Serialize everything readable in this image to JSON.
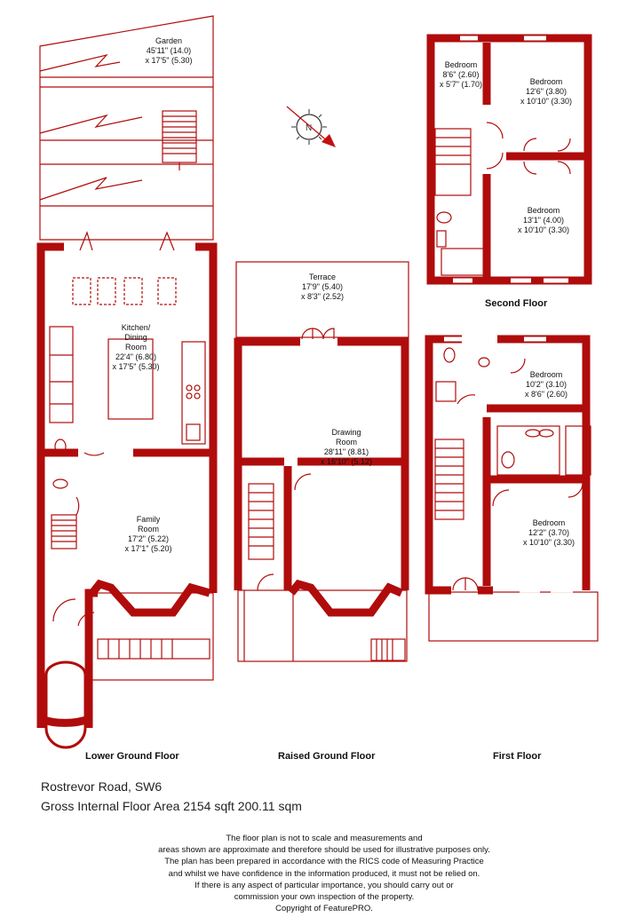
{
  "rooms": {
    "garden": {
      "name": "Garden",
      "dim1": "45'11\" (14.0)",
      "dim2": "x 17'5\" (5.30)"
    },
    "kitchen": {
      "name": "Kitchen/",
      "name2": "Dining",
      "name3": "Room",
      "dim1": "22'4\" (6.80)",
      "dim2": "x 17'5\" (5.30)"
    },
    "family": {
      "name": "Family",
      "name2": "Room",
      "dim1": "17'2\" (5.22)",
      "dim2": "x 17'1\" (5.20)"
    },
    "terrace": {
      "name": "Terrace",
      "dim1": "17'9\" (5.40)",
      "dim2": "x 8'3\" (2.52)"
    },
    "drawing": {
      "name": "Drawing",
      "name2": "Room",
      "dim1": "28'11\" (8.81)",
      "dim2": "x 16'10\" (5.12)"
    },
    "bed_sf_small": {
      "name": "Bedroom",
      "dim1": "8'6\" (2.60)",
      "dim2": "x 5'7\" (1.70)"
    },
    "bed_sf_front": {
      "name": "Bedroom",
      "dim1": "12'6\" (3.80)",
      "dim2": "x 10'10\" (3.30)"
    },
    "bed_sf_rear": {
      "name": "Bedroom",
      "dim1": "13'1\" (4.00)",
      "dim2": "x 10'10\" (3.30)"
    },
    "bed_ff_back": {
      "name": "Bedroom",
      "dim1": "10'2\" (3.10)",
      "dim2": "x 8'6\" (2.60)"
    },
    "bed_ff_front": {
      "name": "Bedroom",
      "dim1": "12'2\" (3.70)",
      "dim2": "x 10'10\" (3.30)"
    }
  },
  "floors": {
    "lower_ground": "Lower Ground Floor",
    "raised_ground": "Raised Ground Floor",
    "first": "First Floor",
    "second": "Second Floor"
  },
  "address": "Rostrevor Road, SW6",
  "area": "Gross Internal Floor Area 2154 sqft  200.11 sqm",
  "disclaimer": [
    "The floor plan is not to scale and measurements and",
    "areas shown are approximate and therefore should be used for illustrative purposes only.",
    "The plan has been prepared in accordance with the RICS code of Measuring Practice",
    "and whilst we have confidence in the information produced, it must not be relied on.",
    "If there is any aspect of particular importance, you should carry out or",
    "commission your own inspection of the property.",
    "Copyright of FeaturePRO."
  ],
  "colors": {
    "wall": "#b00c0c",
    "text": "#111111",
    "compass": "#c41010"
  },
  "icons": [
    "compass-icon",
    "north-arrow-icon"
  ]
}
